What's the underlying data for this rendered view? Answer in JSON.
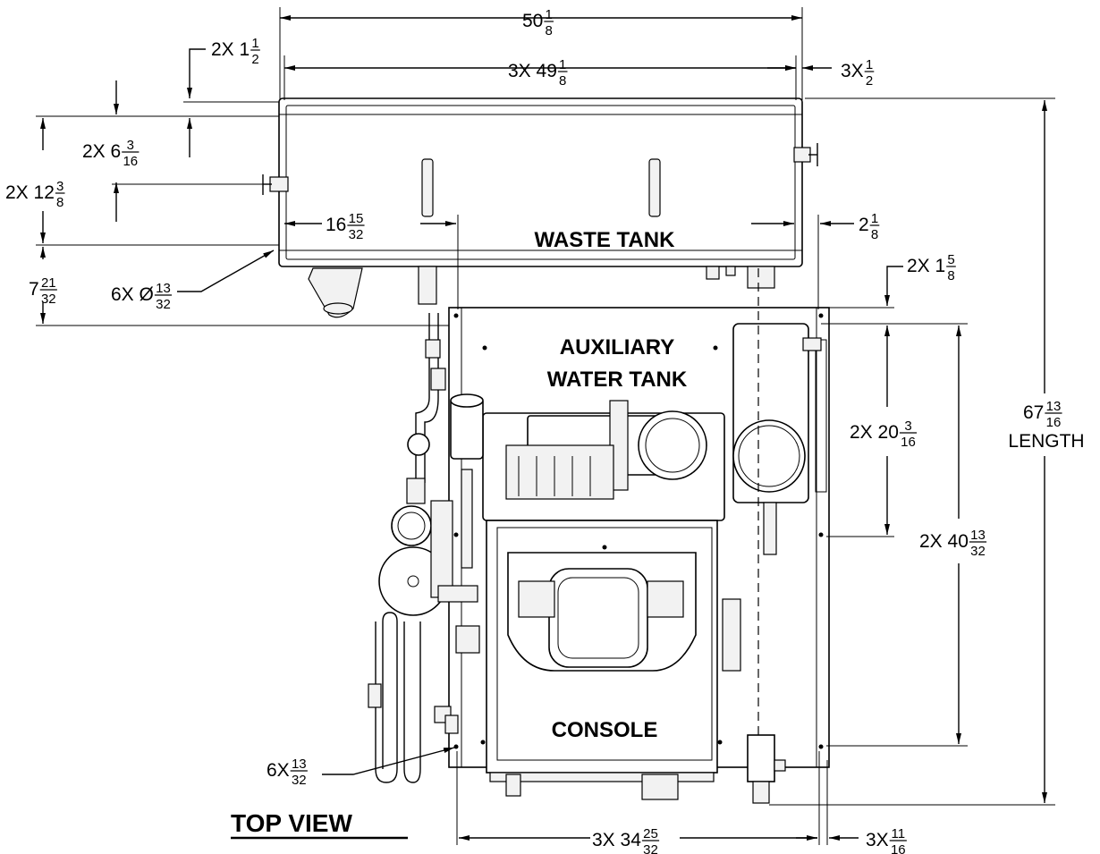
{
  "labels": {
    "waste_tank": "WASTE TANK",
    "aux_tank_line1": "AUXILIARY",
    "aux_tank_line2": "WATER TANK",
    "console": "CONSOLE",
    "view_title": "TOP VIEW",
    "length_caption": "LENGTH"
  },
  "dimensions": {
    "overall_width": {
      "prefix": "",
      "whole": "50",
      "num": "1",
      "den": "8"
    },
    "tank_width": {
      "prefix": "3X ",
      "whole": "49",
      "num": "1",
      "den": "8"
    },
    "tank_right_off": {
      "prefix": "3X ",
      "whole": "",
      "num": "1",
      "den": "2"
    },
    "tank_top_off": {
      "prefix": "2X ",
      "whole": "1",
      "num": "1",
      "den": "2"
    },
    "handle_off": {
      "prefix": "2X ",
      "whole": "6",
      "num": "3",
      "den": "16"
    },
    "tank_depth": {
      "prefix": "2X ",
      "whole": "12",
      "num": "3",
      "den": "8"
    },
    "tank_bottom_gap": {
      "prefix": "",
      "whole": "7",
      "num": "21",
      "den": "32"
    },
    "hole_dia": {
      "prefix": "6X Ø",
      "whole": "",
      "num": "13",
      "den": "32"
    },
    "frame_left_off": {
      "prefix": "",
      "whole": "16",
      "num": "15",
      "den": "32"
    },
    "frame_right_off": {
      "prefix": "",
      "whole": "2",
      "num": "1",
      "den": "8"
    },
    "frame_top_off": {
      "prefix": "2X ",
      "whole": "1",
      "num": "5",
      "den": "8"
    },
    "aux_tank_len": {
      "prefix": "2X ",
      "whole": "20",
      "num": "3",
      "den": "16"
    },
    "frame_len": {
      "prefix": "2X ",
      "whole": "40",
      "num": "13",
      "den": "32"
    },
    "overall_length": {
      "prefix": "",
      "whole": "67",
      "num": "13",
      "den": "16"
    },
    "frame_hole": {
      "prefix": "6X ",
      "whole": "",
      "num": "13",
      "den": "32"
    },
    "frame_width": {
      "prefix": "3X ",
      "whole": "34",
      "num": "25",
      "den": "32"
    },
    "frame_right_hole": {
      "prefix": "3X ",
      "whole": "",
      "num": "11",
      "den": "16"
    }
  }
}
